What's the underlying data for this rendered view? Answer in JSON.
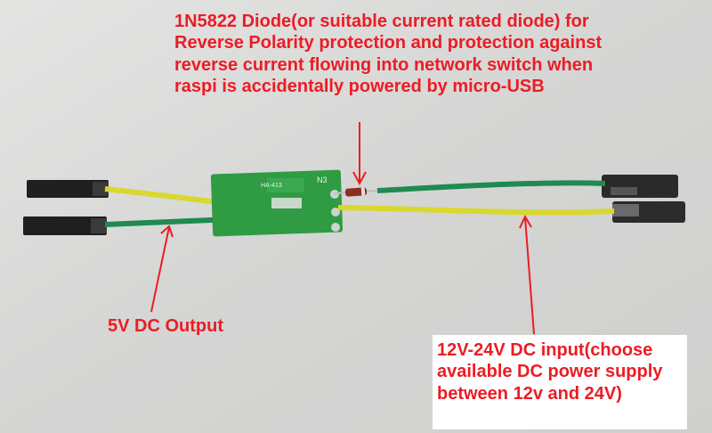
{
  "annotations": {
    "diode": "1N5822 Diode(or suitable current rated diode) for\nReverse Polarity protection and protection against\nreverse current flowing into network switch when\nraspi is accidentally powered by micro-USB",
    "output": "5V DC Output",
    "input": "12V-24V DC input(choose\navailable DC power supply\nbetween 12v and 24V)"
  },
  "board_marks": {
    "silkscreen": "HA-413",
    "pad_label": "N3"
  },
  "colors": {
    "annotation": "#ec1c24",
    "wire_green": "#1f8a52",
    "wire_yellow": "#d9d82c",
    "pcb": "#2f9b43"
  }
}
